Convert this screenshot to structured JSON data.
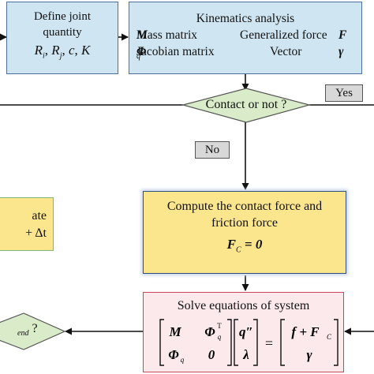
{
  "define_box": {
    "line1": "Define joint",
    "line2": "quantity",
    "ri": "R",
    "ri_sub": "i",
    "rj": "R",
    "rj_sub": "j",
    "c": "c",
    "k": "K",
    "sep": ","
  },
  "kinematics_box": {
    "title": "Kinematics analysis",
    "mass_label": "Mass matrix",
    "mass_sym": "M",
    "gen_label": "Generalized force",
    "gen_sym": "F",
    "jac_label": "Jacobian matrix",
    "jac_sym": "Φ",
    "jac_sub": "q",
    "vec_label": "Vector",
    "vec_sym": "γ"
  },
  "decision_contact": {
    "label": "Contact or not ?"
  },
  "yes_tag": {
    "label": "Yes"
  },
  "no_tag": {
    "label": "No"
  },
  "compute_box": {
    "line1": "Compute the contact force and",
    "line2": "friction force",
    "eq_f": "F",
    "eq_sub": "C",
    "eq_rest": "= 0"
  },
  "update_box": {
    "line1": "ate",
    "line2": "+ Δt"
  },
  "solve_box": {
    "title": "Solve equations of system",
    "m11": "M",
    "m12": "Φ",
    "m12_sup": "T",
    "m12_sub": "q",
    "m21": "Φ",
    "m21_sub": "q",
    "m22": "0",
    "v1": "q″",
    "v2": "λ",
    "eq": "=",
    "r1": "f + F",
    "r1_sub": "C",
    "r2": "γ"
  },
  "decision_end": {
    "label": "? ",
    "sub": "end"
  },
  "colors": {
    "blue_fill": "#cfe6f2",
    "yellow_fill": "#fbe58d",
    "green_fill": "#d9ebc8",
    "pink_fill": "#fbe9ec",
    "red_border": "#c8455a"
  }
}
